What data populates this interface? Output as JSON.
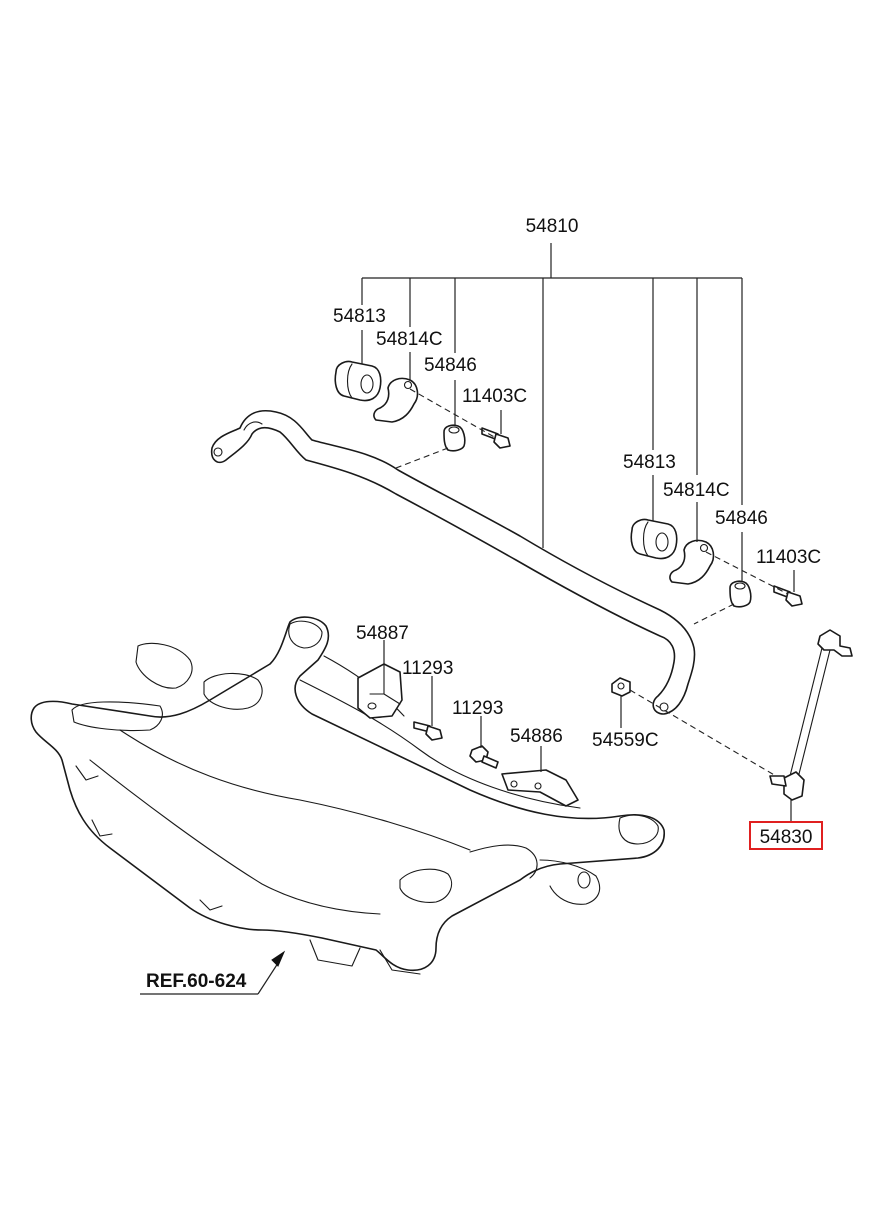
{
  "parts": {
    "stabilizer_assy": "54810",
    "bushing_left": "54813",
    "bracket_left": "54814C",
    "bushing_mount_left": "54846",
    "bolt_left": "11403C",
    "bushing_right": "54813",
    "bracket_right": "54814C",
    "bushing_mount_right": "54846",
    "bolt_right": "11403C",
    "mount_bracket": "54887",
    "bolt_upper": "11293",
    "bolt_lower": "11293",
    "plate": "54886",
    "nut": "54559C",
    "stabilizer_link": "54830"
  },
  "reference": "REF.60-624",
  "highlight_color": "#e02020"
}
